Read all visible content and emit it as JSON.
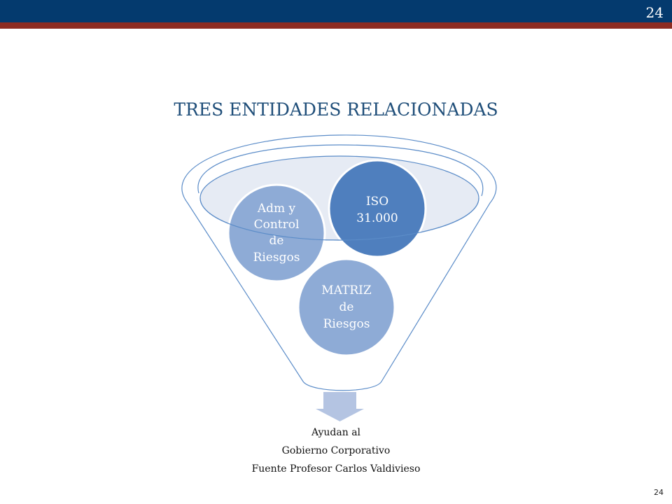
{
  "header": {
    "page_number": "24"
  },
  "title": "TRES ENTIDADES RELACIONADAS",
  "circles": {
    "adm": [
      "Adm y",
      "Control",
      "de",
      "Riesgos"
    ],
    "iso": [
      "ISO",
      "31.000"
    ],
    "matriz": [
      "MATRIZ",
      "de",
      "Riesgos"
    ]
  },
  "caption": {
    "line1": "Ayudan al",
    "line2": "Gobierno Corporativo",
    "line3": "Fuente Profesor Carlos Valdivieso"
  },
  "footer": {
    "page_number": "24"
  },
  "colors": {
    "header_bar": "#043a6e",
    "header_stripe": "#8d2c22",
    "title": "#1f4e79",
    "funnel_stroke": "#5b8cc8",
    "funnel_fill": "#e6ebf4",
    "circle_light": "#8eabd6",
    "circle_dark": "#4f7fbe",
    "arrow": "#b4c4e2"
  }
}
